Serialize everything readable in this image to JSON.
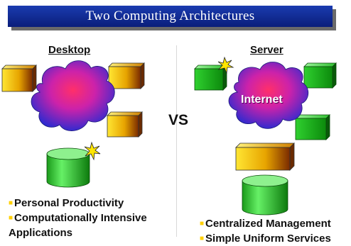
{
  "title": "Two Computing Architectures",
  "left_panel": {
    "heading": "Desktop",
    "bullets": [
      "Personal Productivity",
      "Computationally Intensive"
    ],
    "continuation": "Applications"
  },
  "vs_label": "VS",
  "right_panel": {
    "heading": "Server",
    "cloud_label": "Internet",
    "bullets": [
      "Centralized Management",
      "Simple Uniform Services"
    ]
  },
  "colors": {
    "banner": "#0a1e7a",
    "green_box": "#1db31d",
    "gold_box": "#d9a000",
    "cloud_magenta": "#d0209f",
    "cloud_blue": "#2a2ad0",
    "bullet_dot": "#ffd000"
  },
  "icons": [
    "cloud-icon",
    "box-icon",
    "cylinder-icon",
    "spark-icon"
  ]
}
